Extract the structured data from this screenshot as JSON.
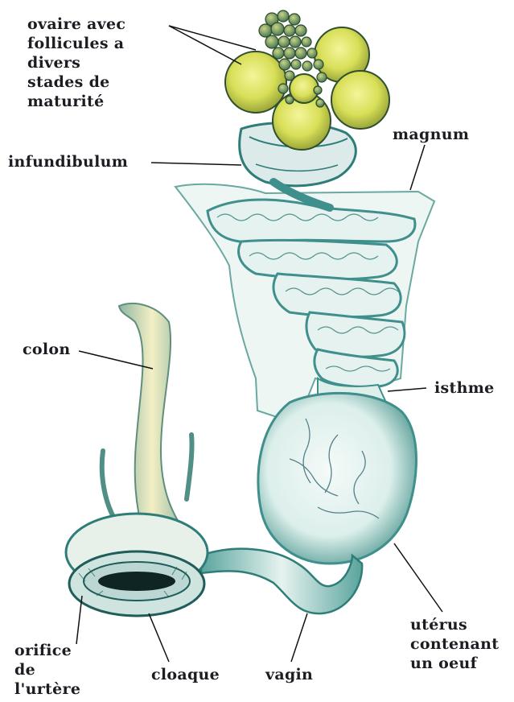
{
  "figure": {
    "labels": {
      "ovaire": [
        "ovaire avec",
        "follicules a",
        "divers",
        "stades de",
        "maturité"
      ],
      "infundibulum": "infundibulum",
      "magnum": "magnum",
      "colon": "colon",
      "isthme": "isthme",
      "uterus": [
        "utérus",
        "contenant",
        "un oeuf"
      ],
      "orifice": [
        "orifice",
        "de",
        "l'urtère"
      ],
      "cloaque": "cloaque",
      "vagin": "vagin"
    },
    "colors": {
      "follicle_yellow": "#d8df58",
      "tissue_teal": "#3f8f8c",
      "tissue_light": "#e4f2ef",
      "colon_cream": "#efe9b8",
      "ink": "#1b1d22"
    }
  }
}
